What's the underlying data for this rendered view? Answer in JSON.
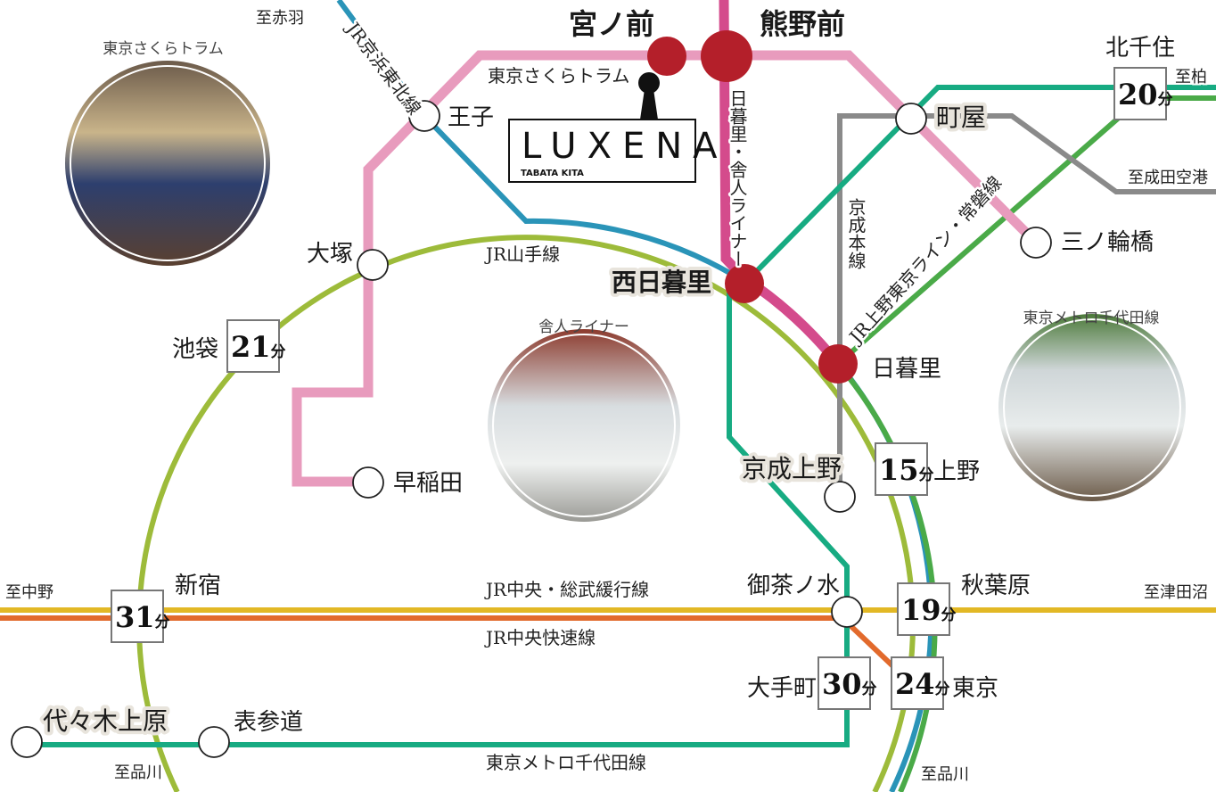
{
  "colors": {
    "tram": "#e89bbd",
    "keihin_tohoku": "#2a94b8",
    "yamanote": "#9dbb3a",
    "chiyoda": "#17ab82",
    "joban": "#4aaa48",
    "keisei": "#8a8a8a",
    "toneri": "#d44b8c",
    "chuo_sobu": "#e2b825",
    "chuo_rapid": "#e26a2c",
    "major_station": "#b41f2a"
  },
  "logo": {
    "name": "LUXENA",
    "sub": "TABATA KITA"
  },
  "lines": {
    "keihin_tohoku": "JR京浜東北線",
    "tram": "東京さくらトラム",
    "toneri": "日暮里・舎人ライナー",
    "keisei": "京成本線",
    "joban": "JR上野東京ライン・常磐線",
    "yamanote": "JR山手線",
    "chuo_sobu": "JR中央・総武緩行線",
    "chuo_rapid": "JR中央快速線",
    "chiyoda": "東京メトロ千代田線"
  },
  "destinations": {
    "akabane": "至赤羽",
    "kashiwa": "至柏",
    "narita": "至成田空港",
    "nakano": "至中野",
    "tsudanuma": "至津田沼",
    "shinagawa_left": "至品川",
    "shinagawa_right": "至品川"
  },
  "stations": {
    "miyanomae": "宮ノ前",
    "kumanomae": "熊野前",
    "kitasenju": "北千住",
    "oji": "王子",
    "machiya": "町屋",
    "minowabashi": "三ノ輪橋",
    "otsuka": "大塚",
    "nishinippori": "西日暮里",
    "ikebukuro": "池袋",
    "nippori": "日暮里",
    "waseda": "早稲田",
    "keiseiueno": "京成上野",
    "ueno": "上野",
    "shinjuku": "新宿",
    "ochanomizu": "御茶ノ水",
    "akihabara": "秋葉原",
    "otemachi": "大手町",
    "tokyo": "東京",
    "yoyogiuehara": "代々木上原",
    "omotesando": "表参道"
  },
  "times": {
    "kitasenju": {
      "value": "20",
      "unit": "分"
    },
    "ikebukuro": {
      "value": "21",
      "unit": "分"
    },
    "ueno": {
      "value": "15",
      "unit": "分"
    },
    "shinjuku": {
      "value": "31",
      "unit": "分"
    },
    "akihabara": {
      "value": "19",
      "unit": "分"
    },
    "otemachi": {
      "value": "30",
      "unit": "分"
    },
    "tokyo": {
      "value": "24",
      "unit": "分"
    }
  },
  "photos": {
    "tram": "東京さくらトラム",
    "liner": "舎人ライナー",
    "chiyoda": "東京メトロ千代田線"
  }
}
